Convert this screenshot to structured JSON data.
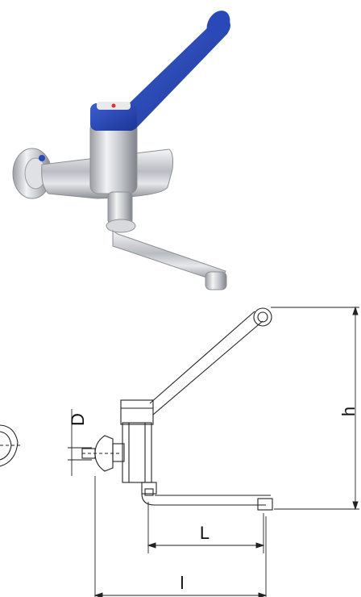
{
  "dimensions": {
    "d": "D",
    "h": "h",
    "L": "L",
    "l": "l"
  },
  "colors": {
    "handle_blue": "#2a49b8",
    "chrome": "#c9ccd1",
    "line": "#222222"
  }
}
